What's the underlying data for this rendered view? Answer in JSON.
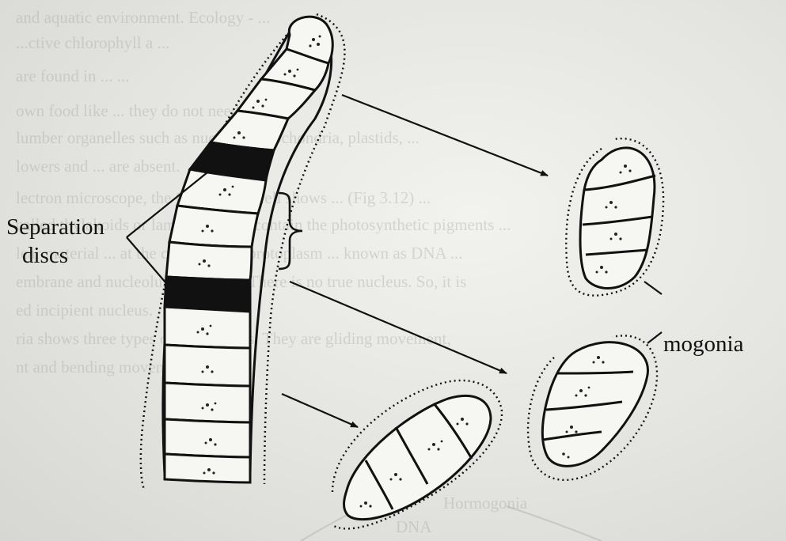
{
  "diagram": {
    "labels": {
      "separation_line1": "Separation",
      "separation_line2": "discs",
      "mogonia": "mogonia"
    },
    "background_text": [
      "and aquatic environment.  Ecology - ...",
      "...ctive chlorophyll a ...",
      "are found in ... ...",
      "own food like ...  they do not need ...",
      "lumber organelles such as nucleus, mitochondria, plastids, ...",
      "lowers and ... are absent.",
      "lectron microscope, the Oscillatoria cell shows ... (Fig 3.12) ...",
      "called thylakoids or lamellae.  They contain the photosynthetic pigments ...",
      "lear material ... at the centre of the protoplasm ... known as DNA ...",
      "embrane and nucleolus are absent.  There is no true nucleus.  So, it is",
      "ed incipient nucleus.",
      "ria shows three types of movements.  They are gliding movement,",
      "nt and bending movement.",
      "Hormogonia",
      "DNA"
    ],
    "colors": {
      "ink": "#111111",
      "paper": "#ececea",
      "cell_fill": "#f6f6f3",
      "disc_fill": "#111111"
    }
  }
}
